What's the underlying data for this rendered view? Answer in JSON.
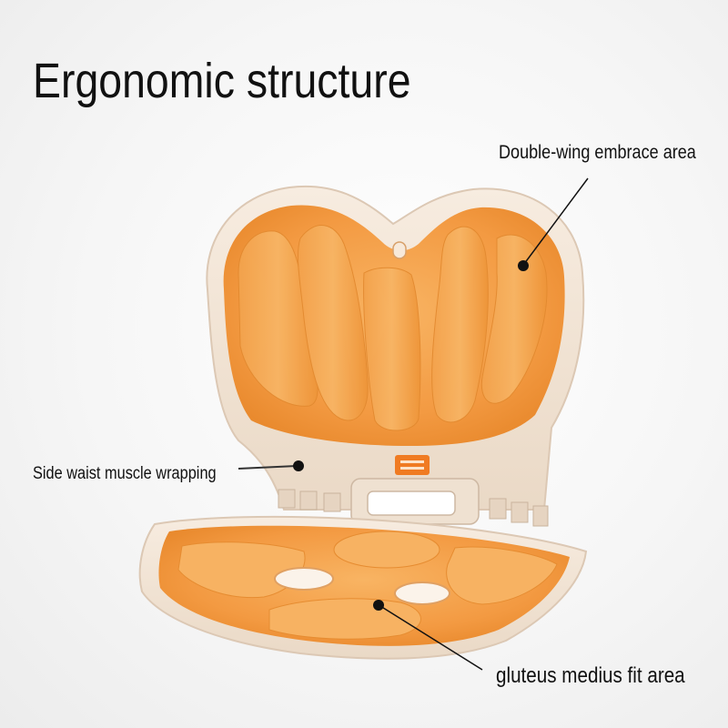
{
  "title": "Ergonomic structure",
  "callouts": {
    "wing": "Double-wing embrace area",
    "waist": "Side waist muscle wrapping",
    "glute": "gluteus medius fit area"
  },
  "colors": {
    "frame": "#f1e4d6",
    "frame_shadow": "#d9c6b3",
    "pad": "#f5a14a",
    "pad_dark": "#e88b2f",
    "pad_light": "#f9b765",
    "line": "#111111"
  }
}
